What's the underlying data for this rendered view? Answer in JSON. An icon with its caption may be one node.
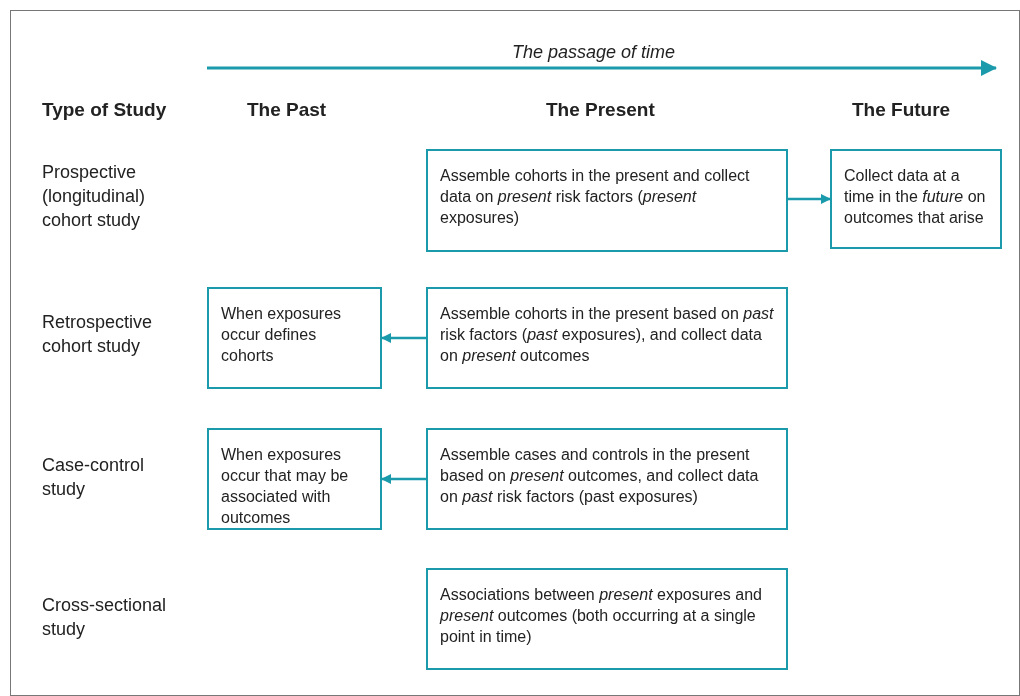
{
  "diagram": {
    "nodes": [
      {
        "text": [
          "Assemble cohorts in the present and collect data on *present* risk factors (*present* exposures)"
        ]
      },
      {
        "text": [
          "Collect data at a time in the *future* on outcomes that arise"
        ]
      },
      {
        "text": [
          "When exposures occur defines cohorts"
        ]
      },
      {
        "text": [
          "Assemble cohorts in the present based on *past* risk factors (*past* exposures), and collect data on *present* outcomes"
        ]
      },
      {
        "text": [
          "When exposures occur that may be associated with outcomes"
        ]
      },
      {
        "text": [
          "Assemble cases and controls in the present based on *present* outcomes, and collect data on *past* risk factors (past exposures)"
        ]
      },
      {
        "text": [
          "Associations between *present* exposures and *present* outcomes (both occurring at a single point in time)"
        ]
      }
    ],
    "edges": [
      {
        "from": 0,
        "to": 1,
        "arrow": "to"
      },
      {
        "from": 3,
        "to": 2,
        "arrow": "to"
      },
      {
        "from": 5,
        "to": 4,
        "arrow": "to"
      }
    ],
    "labels": [
      "The passage of time",
      "Type of Study",
      "The Past",
      "The Present",
      "The Future",
      "Prospective (longitudinal) cohort study",
      "Retrospective cohort study",
      "Case-control study",
      "Cross-sectional study"
    ]
  }
}
